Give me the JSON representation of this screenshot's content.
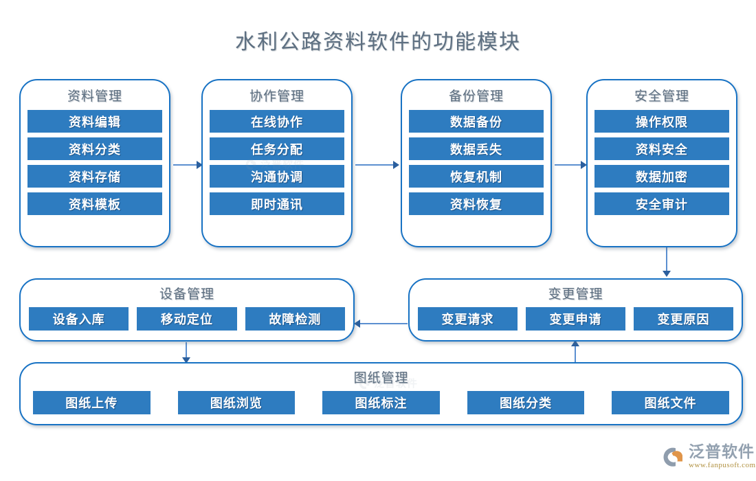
{
  "page": {
    "title": "水利公路资料软件的功能模块"
  },
  "groups": {
    "ziliao": {
      "title": "资料管理",
      "items": [
        "资料编辑",
        "资料分类",
        "资料存储",
        "资料模板"
      ]
    },
    "xiezuo": {
      "title": "协作管理",
      "items": [
        "在线协作",
        "任务分配",
        "沟通协调",
        "即时通讯"
      ]
    },
    "beifen": {
      "title": "备份管理",
      "items": [
        "数据备份",
        "数据丢失",
        "恢复机制",
        "资料恢复"
      ]
    },
    "anquan": {
      "title": "安全管理",
      "items": [
        "操作权限",
        "资料安全",
        "数据加密",
        "安全审计"
      ]
    },
    "shebei": {
      "title": "设备管理",
      "items": [
        "设备入库",
        "移动定位",
        "故障检测"
      ]
    },
    "biangeng": {
      "title": "变更管理",
      "items": [
        "变更请求",
        "变更申请",
        "变更原因"
      ]
    },
    "tuzhi": {
      "title": "图纸管理",
      "items": [
        "图纸上传",
        "图纸浏览",
        "图纸标注",
        "图纸分类",
        "图纸文件"
      ]
    }
  },
  "logo": {
    "name": "泛普软件",
    "url": "www.fanpusoft.com"
  },
  "watermark": {
    "name": "泛普软件",
    "url": "www.fanpusoft.com"
  },
  "colors": {
    "chip_blue": "#2e7cc0",
    "border_blue": "#1772c4",
    "connector_blue": "#5b8fd0",
    "arrow_blue": "#2b5f9e",
    "title_slate": "#5d6f81",
    "logo_gray": "#93a1b0",
    "logo_orange": "#d9893f"
  }
}
